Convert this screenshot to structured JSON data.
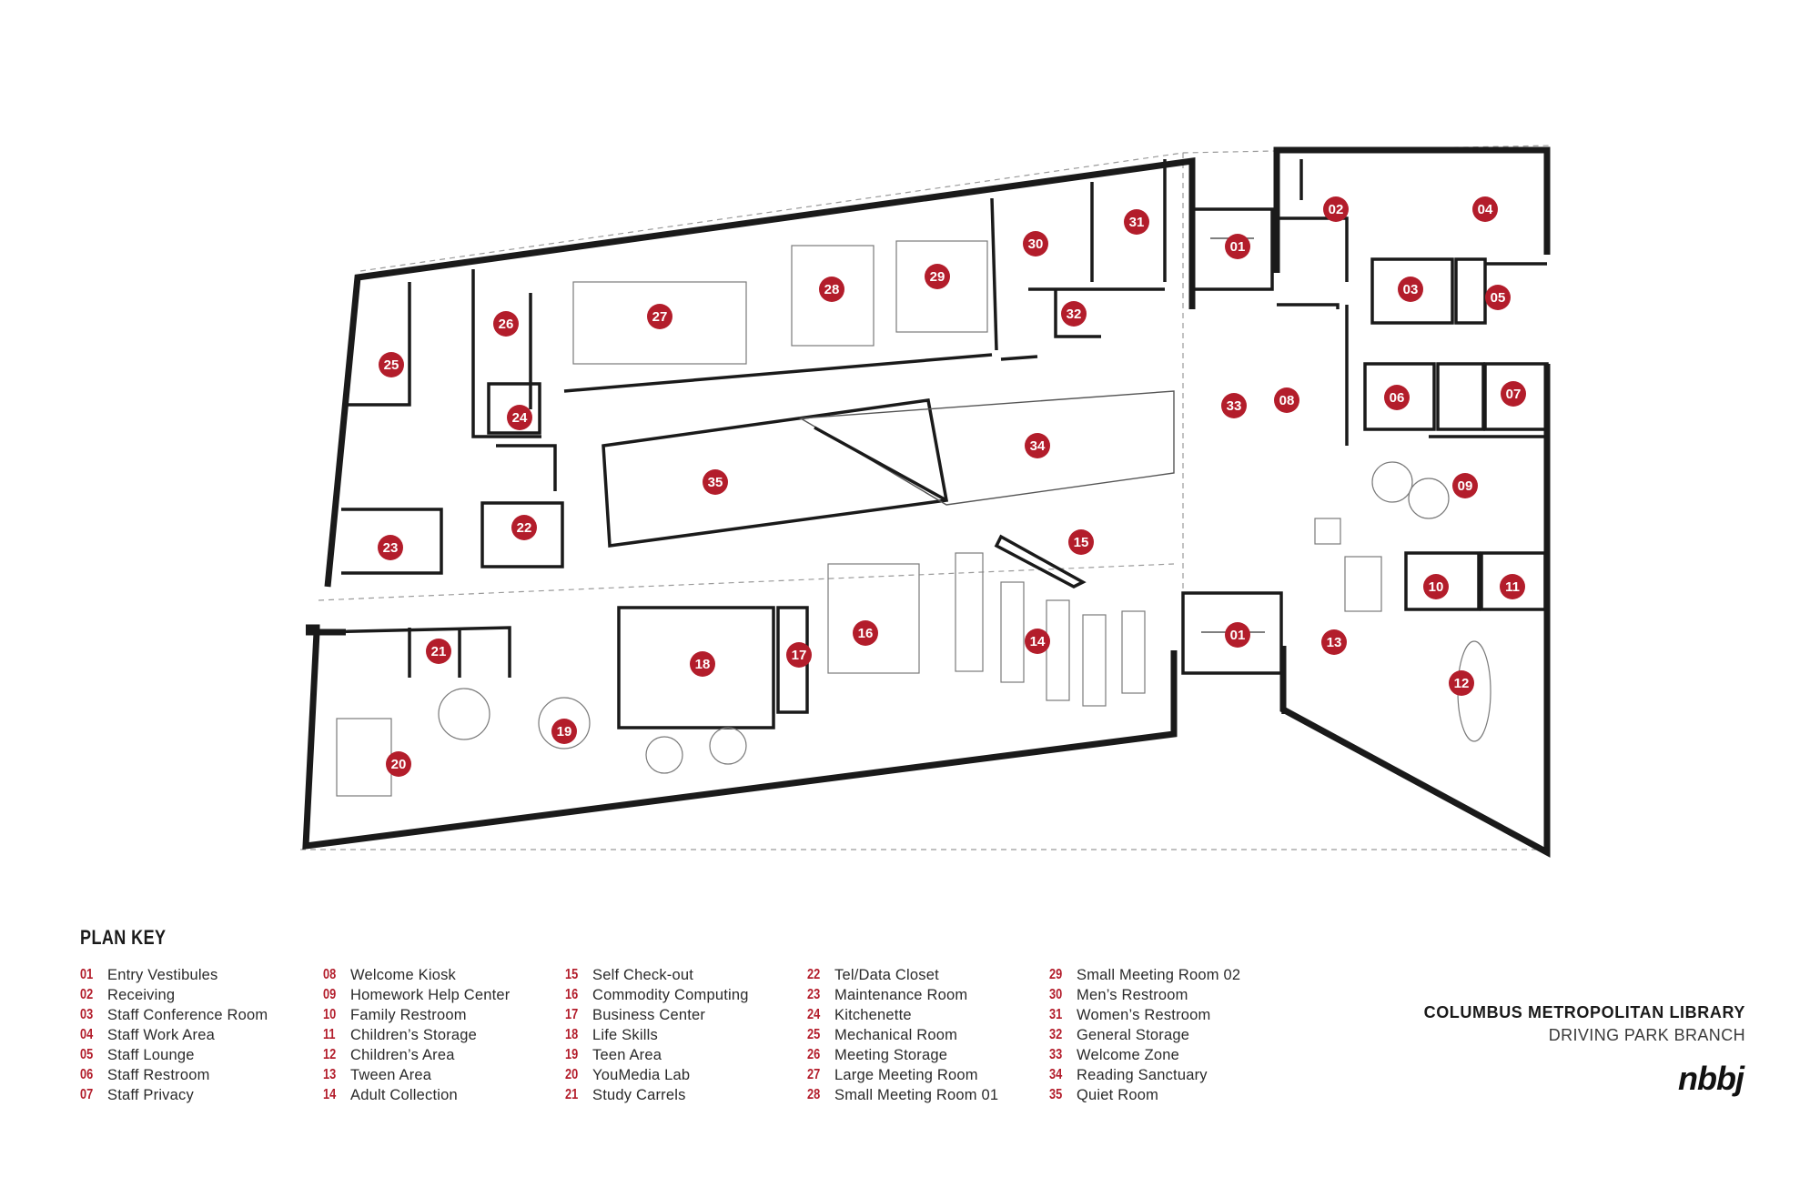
{
  "plan_key": {
    "title": "PLAN KEY",
    "columns": [
      [
        {
          "num": "01",
          "name": "Entry Vestibules"
        },
        {
          "num": "02",
          "name": "Receiving"
        },
        {
          "num": "03",
          "name": "Staff Conference Room"
        },
        {
          "num": "04",
          "name": "Staff Work Area"
        },
        {
          "num": "05",
          "name": "Staff Lounge"
        },
        {
          "num": "06",
          "name": "Staff Restroom"
        },
        {
          "num": "07",
          "name": "Staff Privacy"
        }
      ],
      [
        {
          "num": "08",
          "name": "Welcome Kiosk"
        },
        {
          "num": "09",
          "name": "Homework Help Center"
        },
        {
          "num": "10",
          "name": "Family Restroom"
        },
        {
          "num": "11",
          "name": "Children’s Storage"
        },
        {
          "num": "12",
          "name": "Children’s Area"
        },
        {
          "num": "13",
          "name": "Tween Area"
        },
        {
          "num": "14",
          "name": "Adult Collection"
        }
      ],
      [
        {
          "num": "15",
          "name": "Self Check-out"
        },
        {
          "num": "16",
          "name": "Commodity Computing"
        },
        {
          "num": "17",
          "name": "Business Center"
        },
        {
          "num": "18",
          "name": "Life Skills"
        },
        {
          "num": "19",
          "name": "Teen Area"
        },
        {
          "num": "20",
          "name": "YouMedia Lab"
        },
        {
          "num": "21",
          "name": "Study Carrels"
        }
      ],
      [
        {
          "num": "22",
          "name": "Tel/Data Closet"
        },
        {
          "num": "23",
          "name": "Maintenance Room"
        },
        {
          "num": "24",
          "name": "Kitchenette"
        },
        {
          "num": "25",
          "name": "Mechanical Room"
        },
        {
          "num": "26",
          "name": "Meeting Storage"
        },
        {
          "num": "27",
          "name": "Large Meeting Room"
        },
        {
          "num": "28",
          "name": "Small Meeting Room 01"
        }
      ],
      [
        {
          "num": "29",
          "name": "Small Meeting Room 02"
        },
        {
          "num": "30",
          "name": "Men’s Restroom"
        },
        {
          "num": "31",
          "name": "Women’s Restroom"
        },
        {
          "num": "32",
          "name": "General Storage"
        },
        {
          "num": "33",
          "name": "Welcome Zone"
        },
        {
          "num": "34",
          "name": "Reading Sanctuary"
        },
        {
          "num": "35",
          "name": "Quiet Room"
        }
      ]
    ]
  },
  "room_labels": [
    {
      "id": "01a",
      "text": "01"
    },
    {
      "id": "01b",
      "text": "01"
    },
    {
      "id": "02",
      "text": "02"
    },
    {
      "id": "03",
      "text": "03"
    },
    {
      "id": "04",
      "text": "04"
    },
    {
      "id": "05",
      "text": "05"
    },
    {
      "id": "06",
      "text": "06"
    },
    {
      "id": "07",
      "text": "07"
    },
    {
      "id": "08",
      "text": "08"
    },
    {
      "id": "09",
      "text": "09"
    },
    {
      "id": "10",
      "text": "10"
    },
    {
      "id": "11",
      "text": "11"
    },
    {
      "id": "12",
      "text": "12"
    },
    {
      "id": "13",
      "text": "13"
    },
    {
      "id": "14",
      "text": "14"
    },
    {
      "id": "15",
      "text": "15"
    },
    {
      "id": "16",
      "text": "16"
    },
    {
      "id": "17",
      "text": "17"
    },
    {
      "id": "18",
      "text": "18"
    },
    {
      "id": "19",
      "text": "19"
    },
    {
      "id": "20",
      "text": "20"
    },
    {
      "id": "21",
      "text": "21"
    },
    {
      "id": "22",
      "text": "22"
    },
    {
      "id": "23",
      "text": "23"
    },
    {
      "id": "24",
      "text": "24"
    },
    {
      "id": "25",
      "text": "25"
    },
    {
      "id": "26",
      "text": "26"
    },
    {
      "id": "27",
      "text": "27"
    },
    {
      "id": "28",
      "text": "28"
    },
    {
      "id": "29",
      "text": "29"
    },
    {
      "id": "30",
      "text": "30"
    },
    {
      "id": "31",
      "text": "31"
    },
    {
      "id": "32",
      "text": "32"
    },
    {
      "id": "33",
      "text": "33"
    },
    {
      "id": "34",
      "text": "34"
    },
    {
      "id": "35",
      "text": "35"
    }
  ],
  "title_block": {
    "organization": "COLUMBUS METROPOLITAN LIBRARY",
    "branch": "DRIVING PARK BRANCH",
    "firm_logo": "nbbj"
  },
  "colors": {
    "accent": "#b31d2b",
    "walls": "#1a1a1a"
  }
}
